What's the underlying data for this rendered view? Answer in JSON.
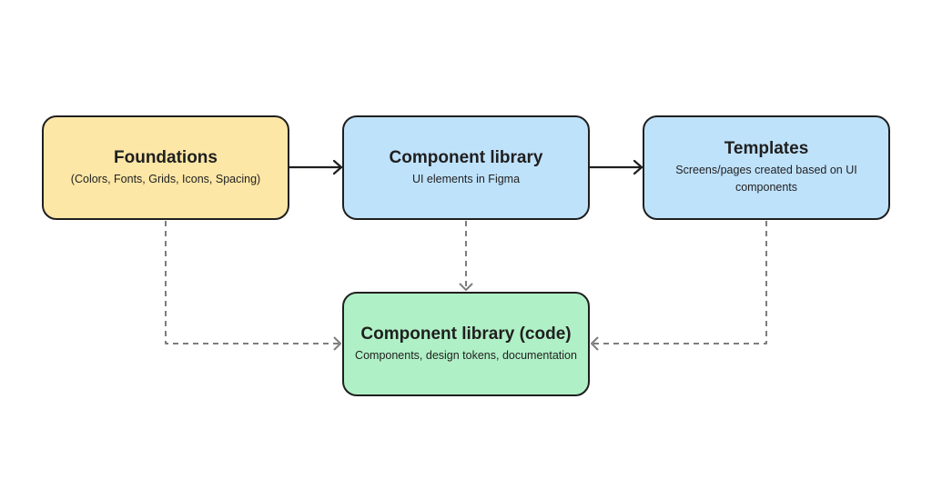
{
  "colors": {
    "foundations_fill": "#fde7a6",
    "component_library_fill": "#bfe2fb",
    "templates_fill": "#bfe2fb",
    "code_fill": "#b0f0c6",
    "border": "#1f1f1f",
    "solid_arrow": "#1f1f1f",
    "dashed_arrow": "#7d7d7d"
  },
  "nodes": {
    "foundations": {
      "title": "Foundations",
      "subtitle": "(Colors, Fonts, Grids, Icons, Spacing)"
    },
    "component_library": {
      "title": "Component library",
      "subtitle": "UI elements in Figma"
    },
    "templates": {
      "title": "Templates",
      "subtitle": "Screens/pages created based on UI components"
    },
    "component_library_code": {
      "title": "Component library (code)",
      "subtitle": "Components, design tokens, documentation"
    }
  },
  "edges": [
    {
      "from": "foundations",
      "to": "component_library",
      "style": "solid"
    },
    {
      "from": "component_library",
      "to": "templates",
      "style": "solid"
    },
    {
      "from": "foundations",
      "to": "component_library_code",
      "style": "dashed"
    },
    {
      "from": "component_library",
      "to": "component_library_code",
      "style": "dashed"
    },
    {
      "from": "templates",
      "to": "component_library_code",
      "style": "dashed"
    }
  ]
}
